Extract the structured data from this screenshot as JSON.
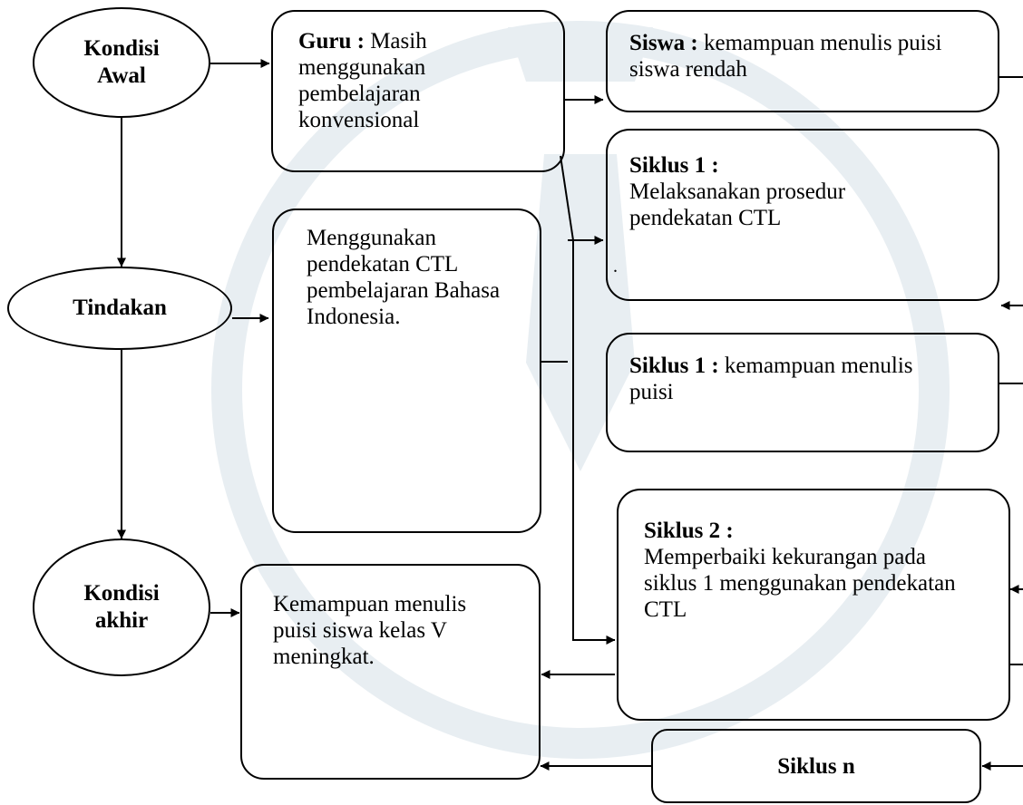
{
  "colors": {
    "line": "#000000",
    "watermark": "#e8eef2",
    "background": "#ffffff"
  },
  "nodes": {
    "kondisi_awal": {
      "lines": [
        "Kondisi",
        "Awal"
      ]
    },
    "tindakan": {
      "label": "Tindakan"
    },
    "kondisi_akhir": {
      "lines": [
        "Kondisi",
        "akhir"
      ]
    },
    "guru": {
      "label": "Guru :",
      "text": " Masih menggunakan pembelajaran konvensional"
    },
    "siswa": {
      "label": "Siswa :",
      "text": " kemampuan menulis puisi siswa rendah"
    },
    "tindakan_box": {
      "text": "Menggunakan pendekatan CTL pembelajaran Bahasa Indonesia."
    },
    "siklus1_a": {
      "label": "Siklus 1 :",
      "text": "Melaksanakan prosedur pendekatan CTL",
      "extra": "."
    },
    "siklus1_b": {
      "label": "Siklus 1 :",
      "text": " kemampuan menulis puisi"
    },
    "siklus2": {
      "label": "Siklus 2 :",
      "text": "Memperbaiki kekurangan pada siklus 1 menggunakan pendekatan CTL"
    },
    "akhir_box": {
      "text": "Kemampuan menulis puisi siswa kelas V meningkat."
    },
    "siklus_n": {
      "label": "Siklus n"
    }
  }
}
